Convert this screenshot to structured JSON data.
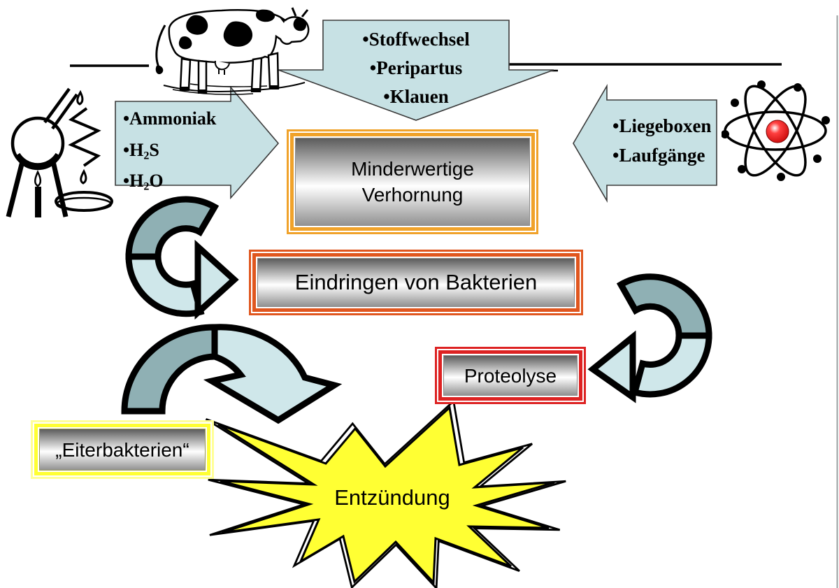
{
  "colors": {
    "arrow_fill": "#C7E1E4",
    "arrow_stroke": "#3A3A3A",
    "swoosh_dark": "#8FB0B4",
    "swoosh_light": "#CFE7EA",
    "gold": "#F0A22A",
    "orange": "#E0561E",
    "red": "#DD2222",
    "yellow_pale": "#FFFF99",
    "yellow_bright": "#FFFF33",
    "star_yellow": "#FFFF33",
    "grad_top": "#5C5C5C",
    "grad_bottom": "#929292"
  },
  "top_arrow": {
    "items": [
      "•Stoffwechsel",
      "•Peripartus",
      "•Klauen"
    ]
  },
  "left_arrow": {
    "rows": [
      {
        "bullet": "•",
        "t1": "Ammoniak",
        "sub": "",
        "t2": ""
      },
      {
        "bullet": "•",
        "t1": "H",
        "sub": "2",
        "t2": "S"
      },
      {
        "bullet": "•",
        "t1": "H",
        "sub": "2",
        "t2": "O"
      }
    ]
  },
  "right_arrow": {
    "items": [
      "•Liegeboxen",
      "•Laufgänge"
    ]
  },
  "boxes": {
    "verhornung": {
      "line1": "Minderwertige",
      "line2": "Verhornung"
    },
    "bakterien": {
      "label": "Eindringen von Bakterien"
    },
    "proteolyse": {
      "label": "Proteolyse"
    },
    "eiterbakterien": {
      "label": "„Eiterbakterien“"
    }
  },
  "star": {
    "label": "Entzündung"
  },
  "icons": {
    "cow": "cow-clipart",
    "chemistry": "distillation-apparatus",
    "atom": "atom-model"
  }
}
